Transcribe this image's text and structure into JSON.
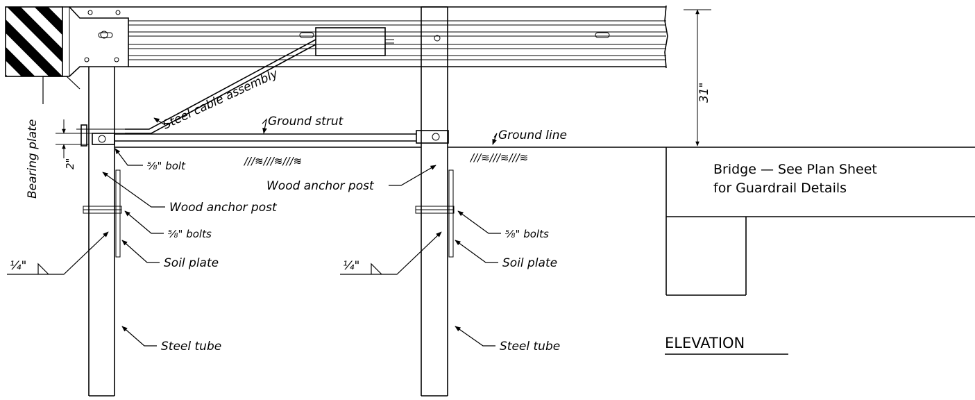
{
  "labels": {
    "bearing_plate": "Bearing plate",
    "steel_cable": "Steel cable assembly",
    "ground_strut": "Ground strut",
    "ground_line": "Ground line",
    "bolt_single": "⅝\" bolt",
    "wood_post_left": "Wood anchor post",
    "wood_post_right": "Wood anchor post",
    "bolts_left": "⅝\" bolts",
    "bolts_right": "⅝\" bolts",
    "soil_plate_left": "Soil plate",
    "soil_plate_right": "Soil plate",
    "steel_tube_left": "Steel tube",
    "steel_tube_right": "Steel tube",
    "weld_left": "¼\"",
    "weld_right": "¼\"",
    "dim_height": "31\"",
    "dim_small": "2\""
  },
  "note": {
    "line1": "Bridge — See Plan Sheet",
    "line2": "for Guardrail Details"
  },
  "title": "ELEVATION",
  "hatch": {
    "left": "///≋///≋///≋",
    "right": "///≋///≋///≋"
  }
}
